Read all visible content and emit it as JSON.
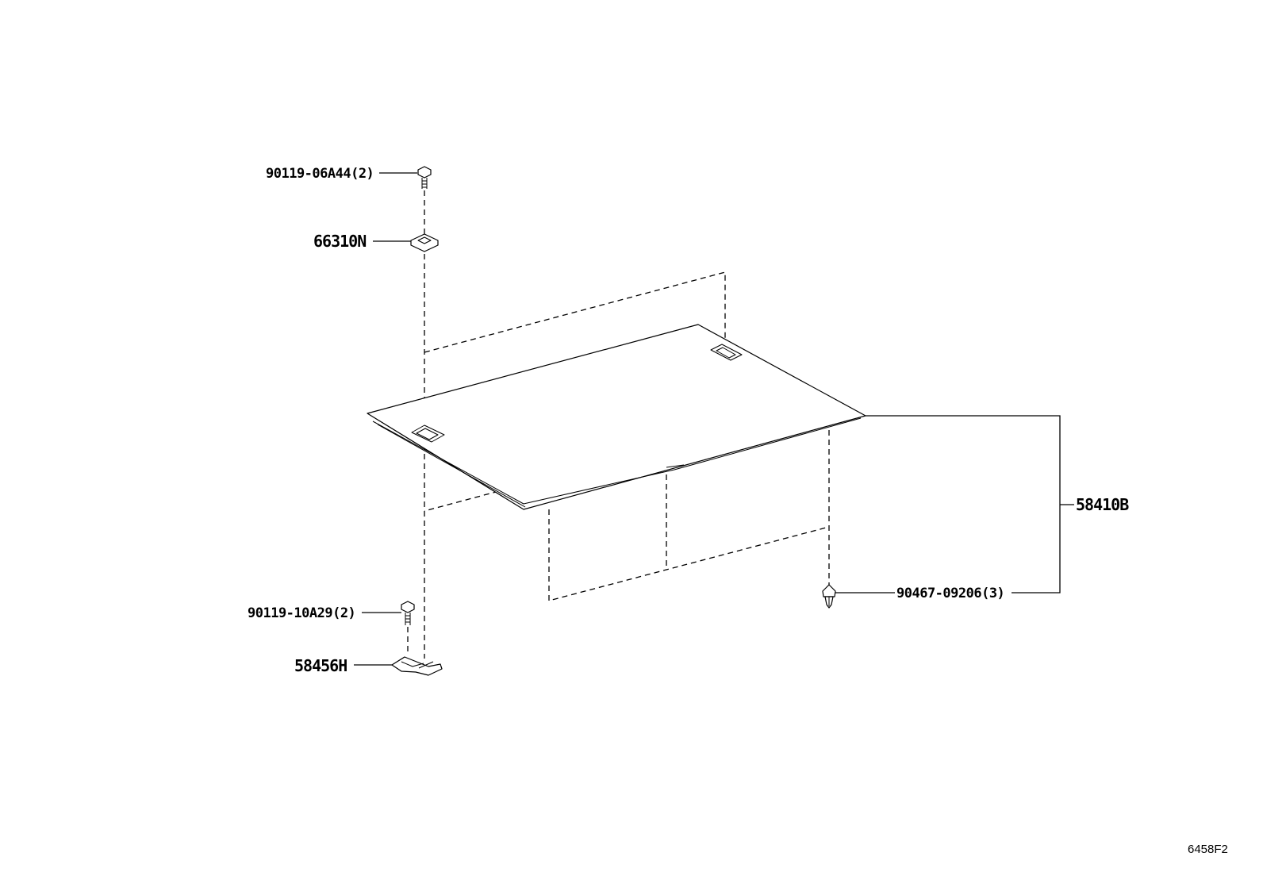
{
  "parts": {
    "bolt_upper": "90119-06A44(2)",
    "nut_upper": "66310N",
    "bolt_lower": "90119-10A29(2)",
    "bracket_lower": "58456H",
    "board": "58410B",
    "clip": "90467-09206(3)"
  },
  "figure_code": "6458F2"
}
